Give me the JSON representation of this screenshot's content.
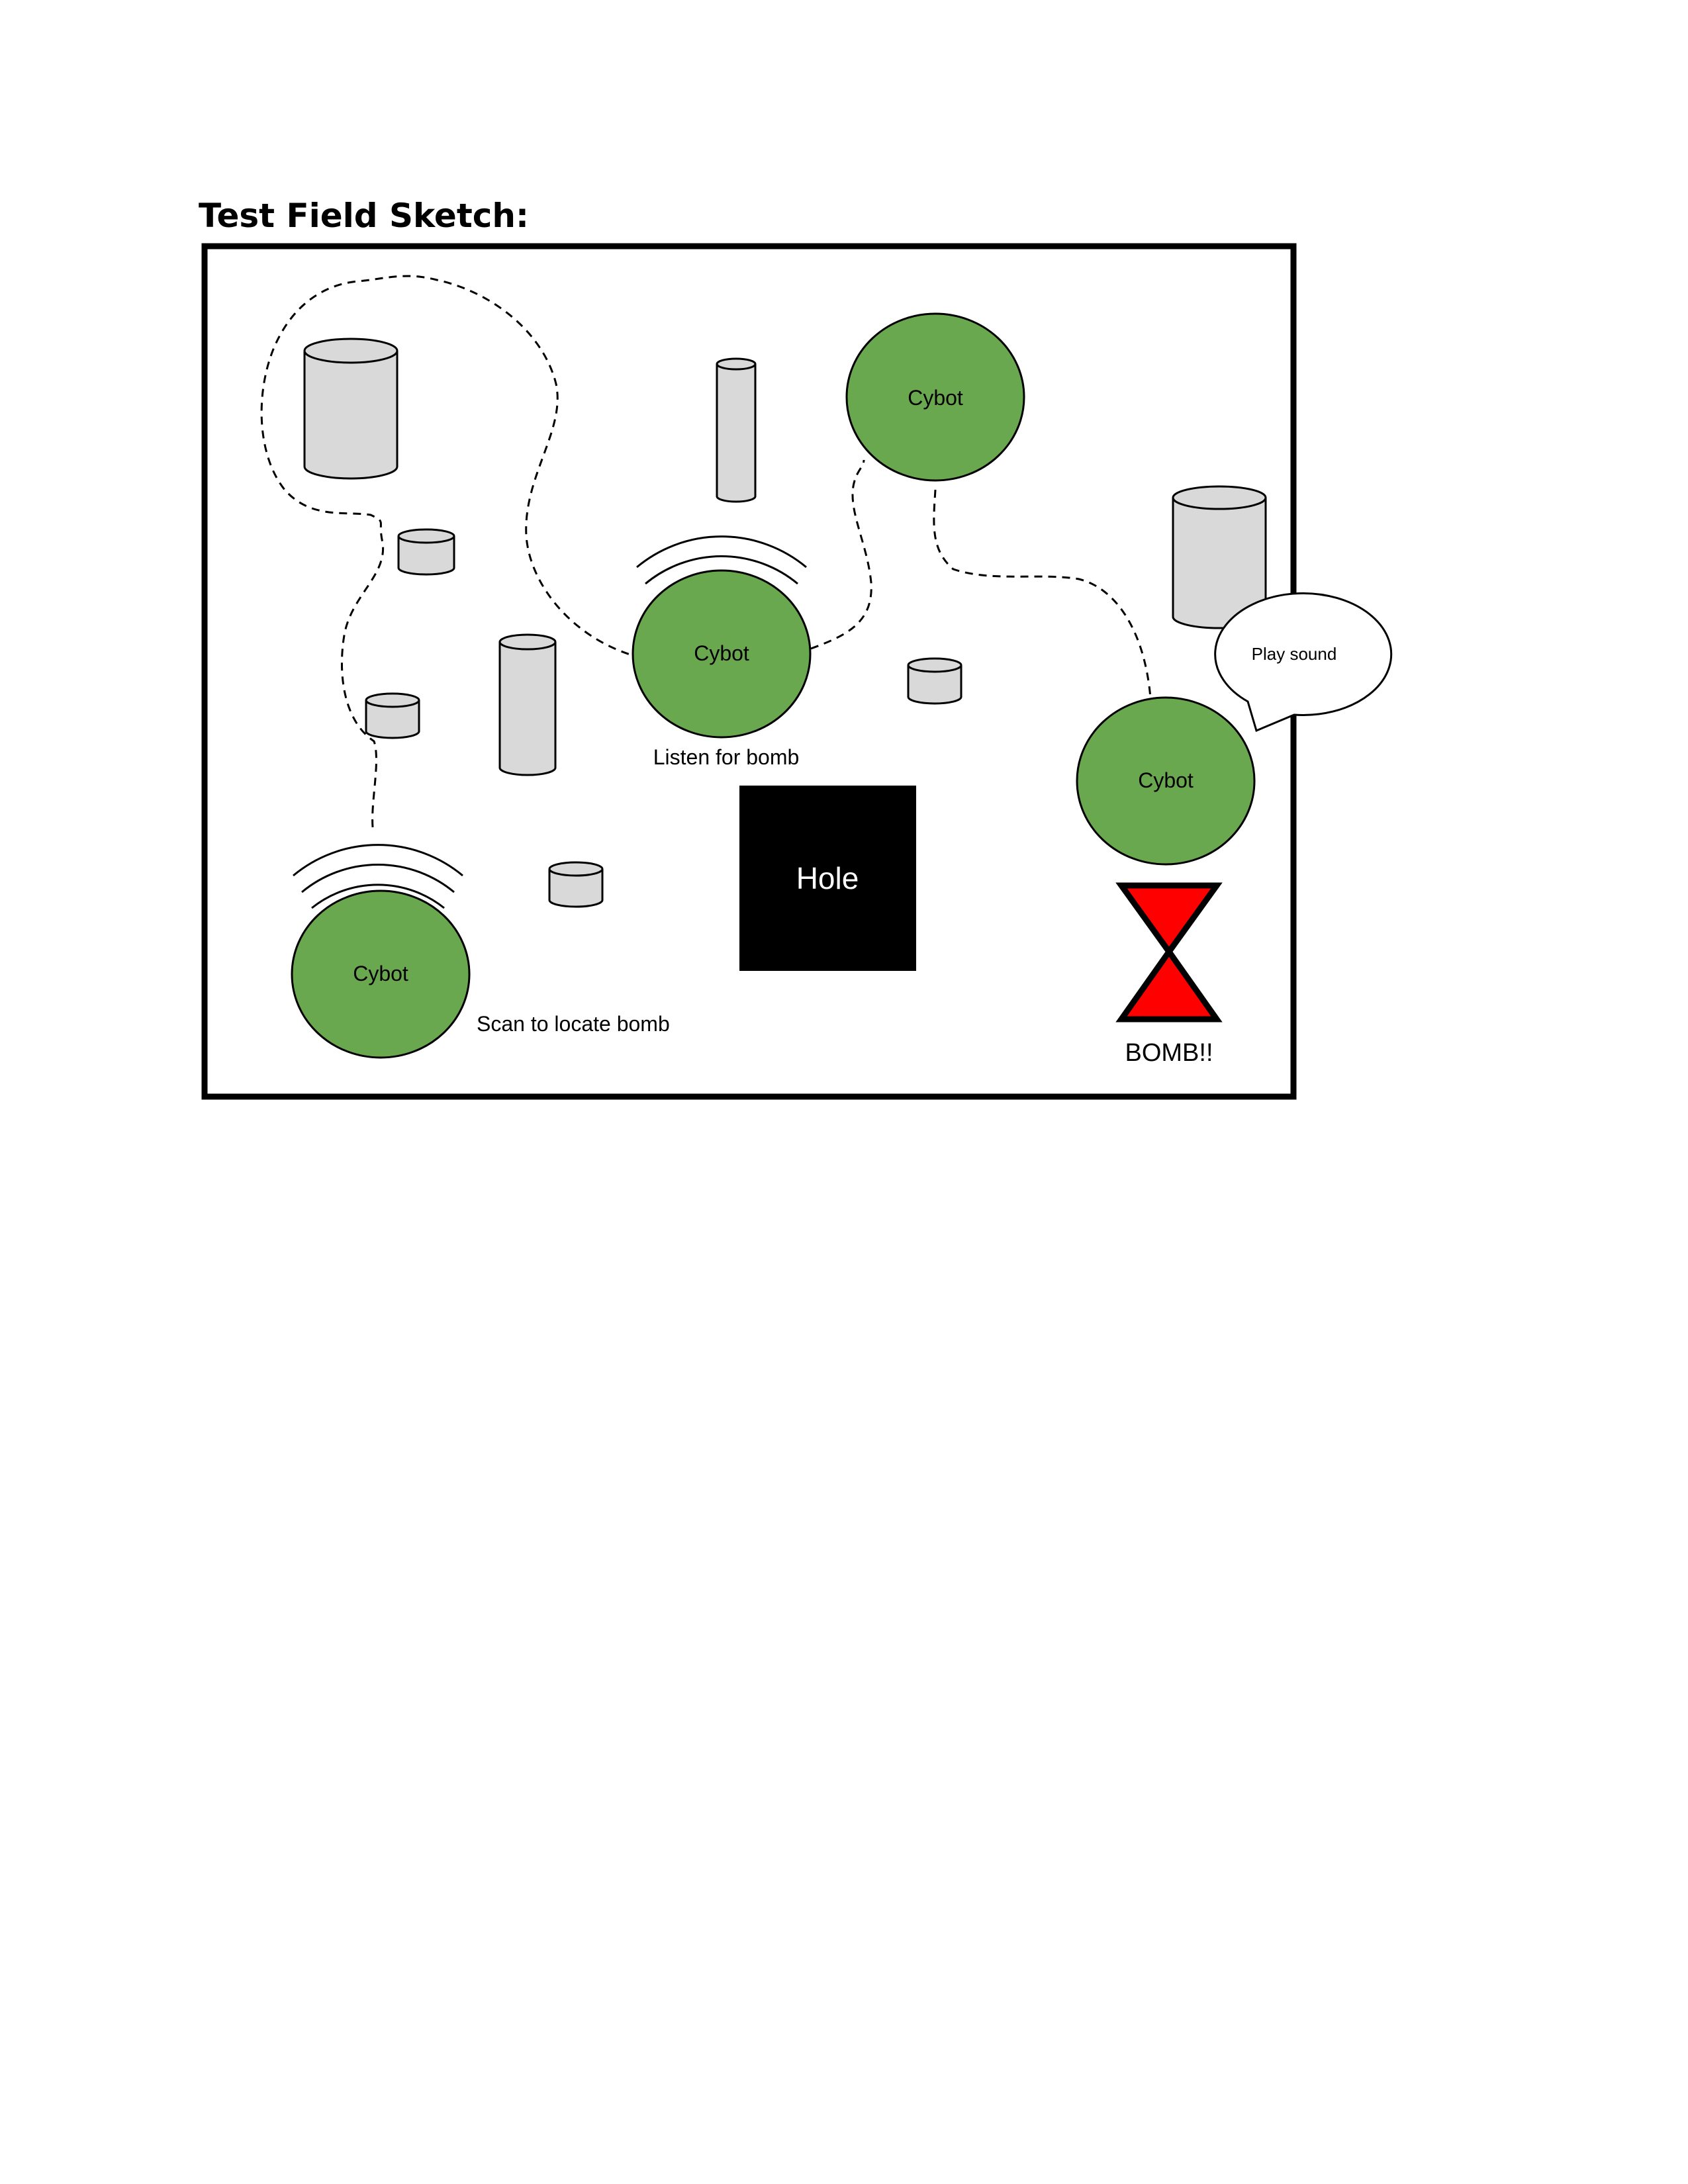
{
  "heading": "Test Field Sketch:",
  "robots": [
    {
      "label": "Cybot"
    },
    {
      "label": "Cybot"
    },
    {
      "label": "Cybot"
    },
    {
      "label": "Cybot"
    }
  ],
  "captions": {
    "listen": "Listen for bomb",
    "scan": "Scan to locate bomb",
    "hole": "Hole",
    "bomb": "BOMB!!",
    "speech": "Play sound"
  },
  "colors": {
    "robot_fill": "#6aa84f",
    "obstacle_fill": "#d9d9d9",
    "hole_fill": "#000000",
    "bomb_fill": "#ff0000",
    "border": "#000000"
  }
}
